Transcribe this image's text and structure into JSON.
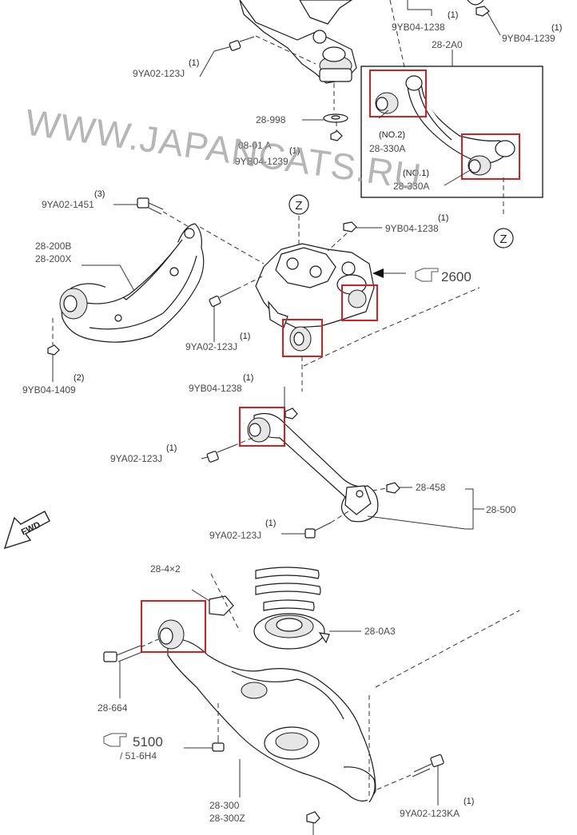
{
  "watermark": "WWW.JAPANCATS.RU",
  "ref_numbers": {
    "r2600": "2600",
    "r5100": "5100",
    "r5100_sub": "/ 51-6H4"
  },
  "labels": {
    "l_9yb04_1238_top": "9YB04-1238",
    "q_9yb04_1238_top": "(1)",
    "l_28_2a0": "28-2A0",
    "l_9yb04_1239_top": "9YB04-1239",
    "q_9yb04_1239_top": "(1)",
    "l_9ya02_123j_a": "9YA02-123J",
    "q_9ya02_123j_a": "(1)",
    "l_28_998": "28-998",
    "l_08_01": "08-01 A",
    "l_9yb04_1239_mid": "9YB04-1239",
    "q_9yb04_1239_mid": "(1)",
    "l_no2": "(NO.2)",
    "l_28_330a_1": "28-330A",
    "l_no1": "(NO.1)",
    "l_28_330a_2": "28-330A",
    "l_9ya02_1451": "9YA02-1451",
    "q_9ya02_1451": "(3)",
    "l_9yb04_1238_mid": "9YB04-1238",
    "q_9yb04_1238_mid": "(1)",
    "l_28_200b": "28-200B",
    "l_28_200x": "28-200X",
    "l_9ya02_123j_b": "9YA02-123J",
    "q_9ya02_123j_b": "(1)",
    "l_9yb04_1409": "9YB04-1409",
    "q_9yb04_1409": "(2)",
    "l_9yb04_1238_low": "9YB04-1238",
    "q_9yb04_1238_low": "(1)",
    "l_9ya02_123j_c": "9YA02-123J",
    "q_9ya02_123j_c": "(1)",
    "l_28_458": "28-458",
    "l_28_500": "28-500",
    "l_9ya02_123j_d": "9YA02-123J",
    "q_9ya02_123j_d": "(1)",
    "l_fwd": "FWD",
    "l_28_4x2": "28-4×2",
    "l_28_0a3": "28-0A3",
    "l_28_664": "28-664",
    "l_28_300": "28-300",
    "l_28_300z": "28-300Z",
    "l_9ya02_123ka": "9YA02-123KA",
    "q_9ya02_123ka": "(1)",
    "z_top": "Z",
    "z_right": "Z"
  },
  "highlight_color": "#d42020"
}
